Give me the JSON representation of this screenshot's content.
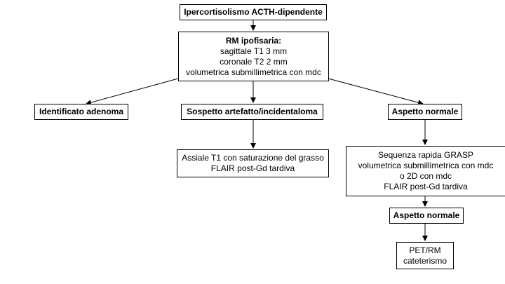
{
  "nodes": {
    "root": {
      "lines": [
        "Ipercortisolismo ACTH-dipendente"
      ]
    },
    "mri": {
      "title": "RM ipofisaria:",
      "lines": [
        "sagittale T1 3 mm",
        "coronale T2 2 mm",
        "volumetrica submillimetrica con mdc"
      ]
    },
    "adenoma": {
      "lines": [
        "Identificato adenoma"
      ]
    },
    "artifact": {
      "lines": [
        "Sospetto artefatto/incidentaloma"
      ]
    },
    "normal1": {
      "lines": [
        "Aspetto normale"
      ]
    },
    "axial": {
      "lines": [
        "Assiale T1 con saturazione del grasso",
        "FLAIR post-Gd tardiva"
      ]
    },
    "grasp": {
      "lines": [
        "Sequenza rapida GRASP",
        "volumetrica submillimetrica con mdc",
        "o 2D con mdc",
        "FLAIR post-Gd tardiva"
      ]
    },
    "normal2": {
      "lines": [
        "Aspetto normale"
      ]
    },
    "pet": {
      "lines": [
        "PET/RM",
        "cateterismo"
      ]
    }
  }
}
